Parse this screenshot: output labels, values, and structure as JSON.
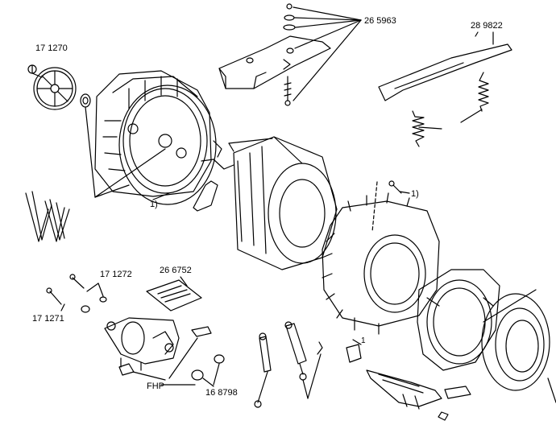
{
  "labels": {
    "p171270": "17 1270",
    "p265963": "26 5963",
    "p289822": "28 9822",
    "note1_right": "1)",
    "note1_left": "1)",
    "p266752": "26  6752",
    "p171272": "17 1272",
    "p171271": "17 1271",
    "fhp": "FHP",
    "p168798": "16 8798",
    "mark1": "1"
  },
  "colors": {
    "ink": "#000000",
    "paper": "#ffffff"
  }
}
